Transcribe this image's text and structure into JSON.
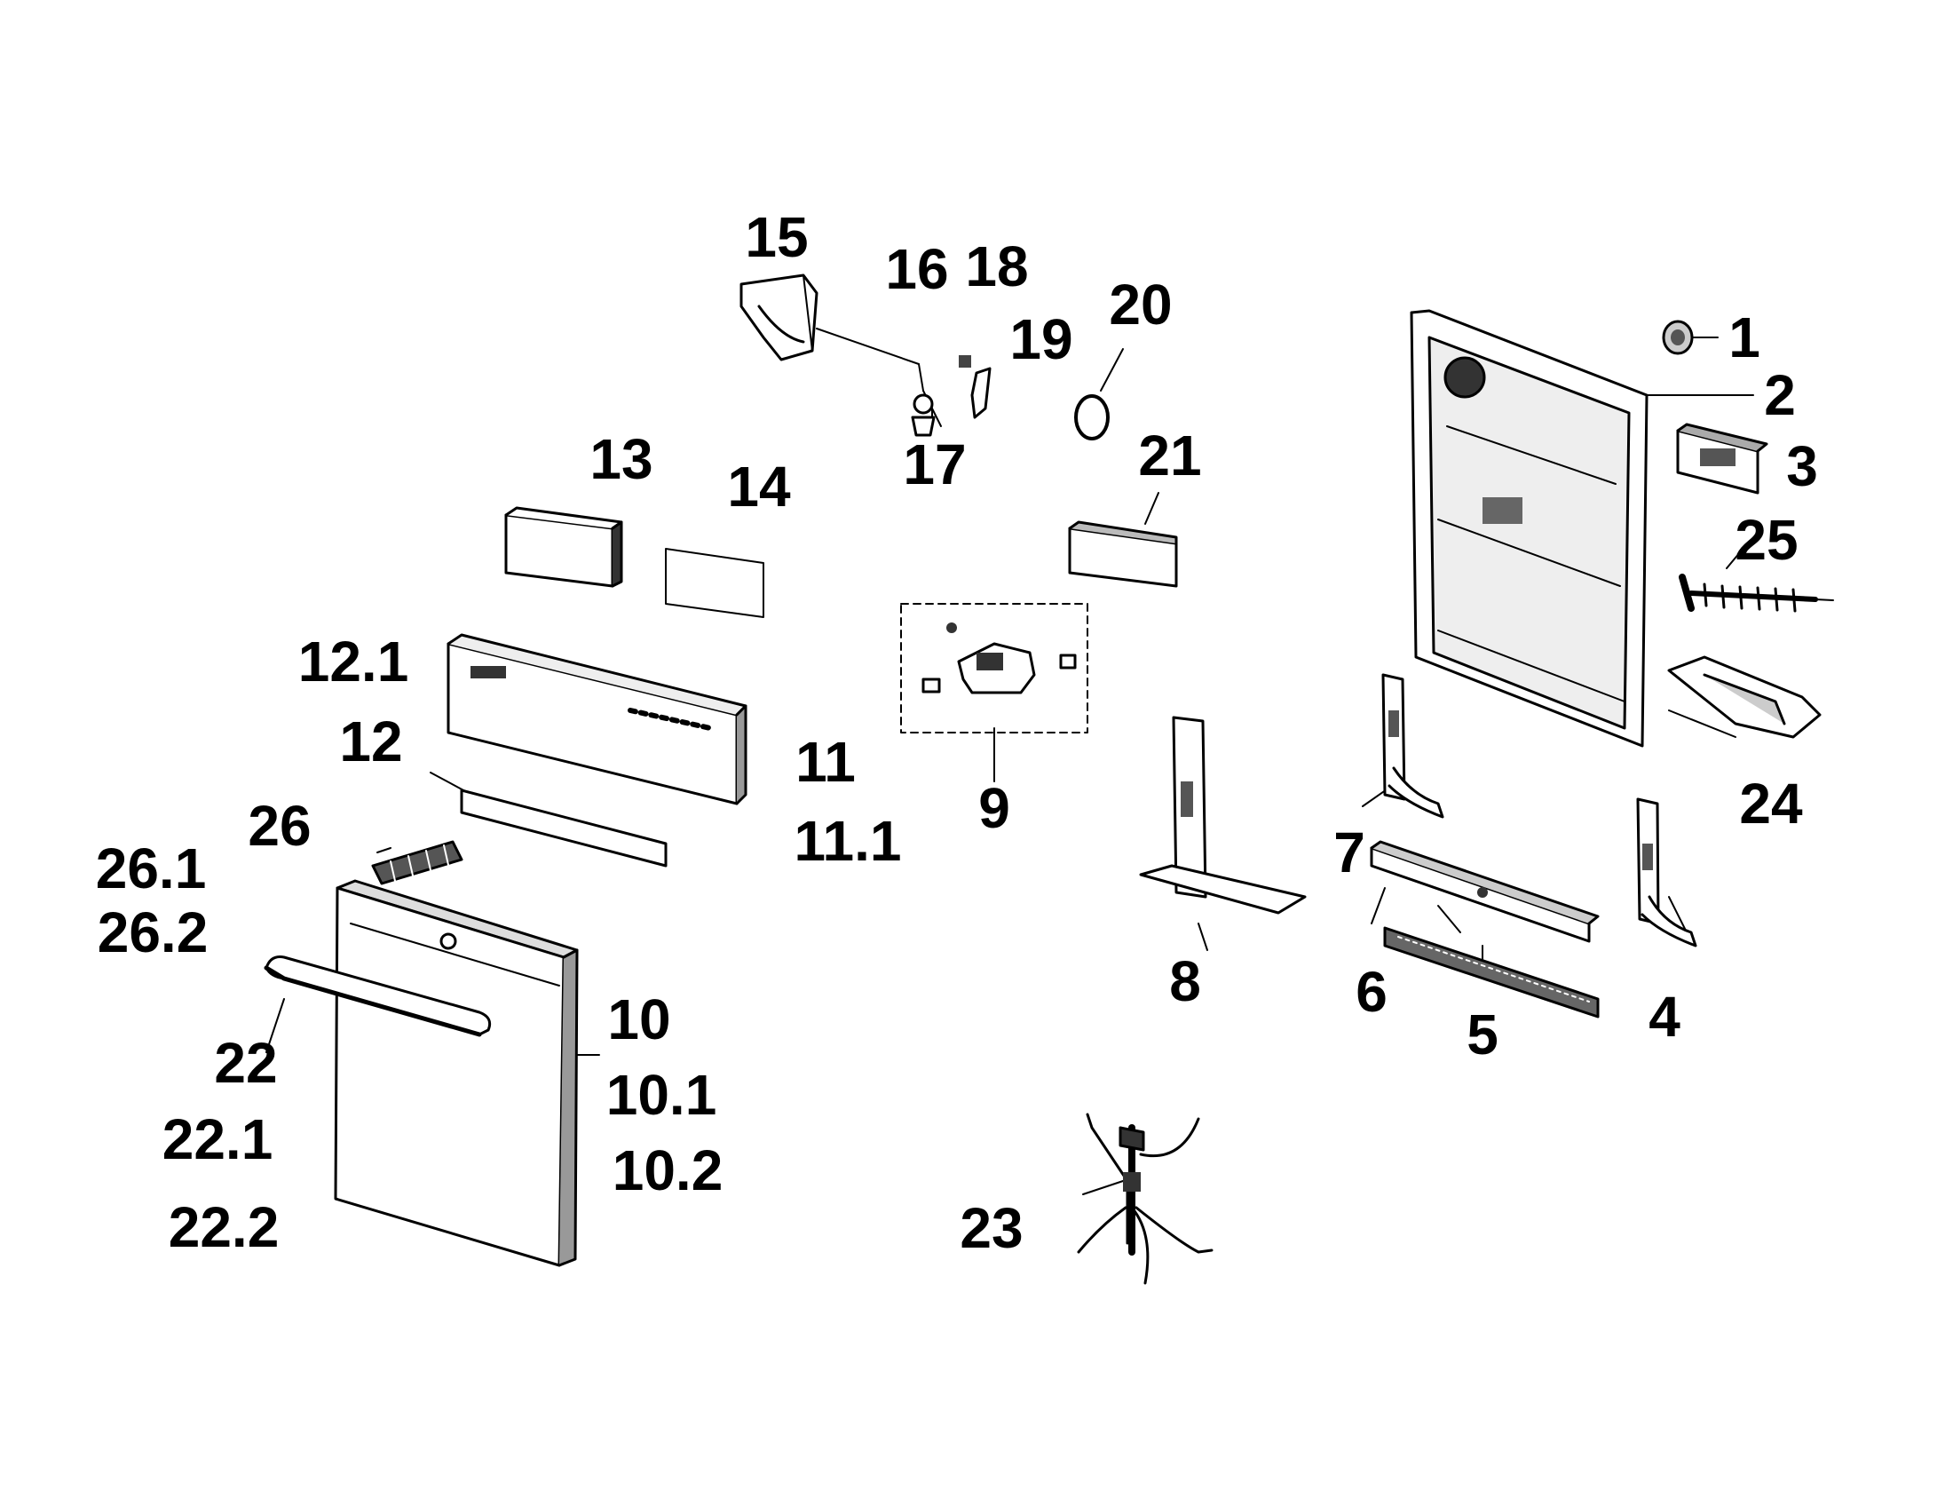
{
  "diagram": {
    "colors": {
      "ink": "#000000",
      "paper": "#ffffff",
      "shade": "#d8d8d8",
      "dark": "#555555"
    },
    "callouts": [
      {
        "id": "c1",
        "text": "1"
      },
      {
        "id": "c2",
        "text": "2"
      },
      {
        "id": "c3",
        "text": "3"
      },
      {
        "id": "c4",
        "text": "4"
      },
      {
        "id": "c5",
        "text": "5"
      },
      {
        "id": "c6",
        "text": "6"
      },
      {
        "id": "c7",
        "text": "7"
      },
      {
        "id": "c8",
        "text": "8"
      },
      {
        "id": "c9",
        "text": "9"
      },
      {
        "id": "c10",
        "text": "10"
      },
      {
        "id": "c10_1",
        "text": "10.1"
      },
      {
        "id": "c10_2",
        "text": "10.2"
      },
      {
        "id": "c11",
        "text": "11"
      },
      {
        "id": "c11_1",
        "text": "11.1"
      },
      {
        "id": "c12",
        "text": "12"
      },
      {
        "id": "c12_1",
        "text": "12.1"
      },
      {
        "id": "c13",
        "text": "13"
      },
      {
        "id": "c14",
        "text": "14"
      },
      {
        "id": "c15",
        "text": "15"
      },
      {
        "id": "c16",
        "text": "16"
      },
      {
        "id": "c17",
        "text": "17"
      },
      {
        "id": "c18",
        "text": "18"
      },
      {
        "id": "c19",
        "text": "19"
      },
      {
        "id": "c20",
        "text": "20"
      },
      {
        "id": "c21",
        "text": "21"
      },
      {
        "id": "c22",
        "text": "22"
      },
      {
        "id": "c22_1",
        "text": "22.1"
      },
      {
        "id": "c22_2",
        "text": "22.2"
      },
      {
        "id": "c23",
        "text": "23"
      },
      {
        "id": "c24",
        "text": "24"
      },
      {
        "id": "c25",
        "text": "25"
      },
      {
        "id": "c26",
        "text": "26"
      },
      {
        "id": "c26_1",
        "text": "26.1"
      },
      {
        "id": "c26_2",
        "text": "26.2"
      }
    ]
  }
}
